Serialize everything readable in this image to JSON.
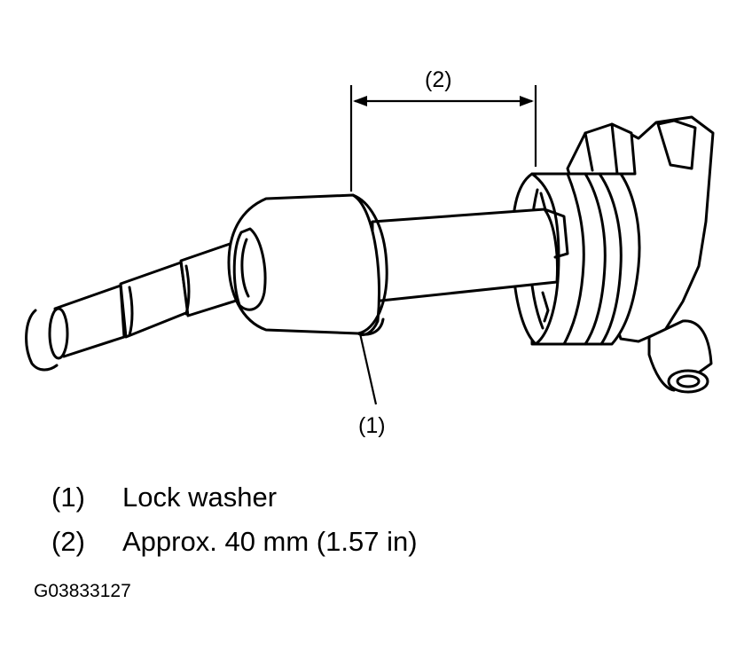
{
  "callouts": {
    "lock_washer_num": "(1)",
    "distance_num": "(2)"
  },
  "legend": {
    "items": [
      {
        "number": "(1)",
        "text": "Lock washer"
      },
      {
        "number": "(2)",
        "text": "Approx. 40 mm (1.57 in)"
      }
    ]
  },
  "figure_id": "G03833127",
  "colors": {
    "line": "#000000",
    "fill": "#ffffff"
  }
}
